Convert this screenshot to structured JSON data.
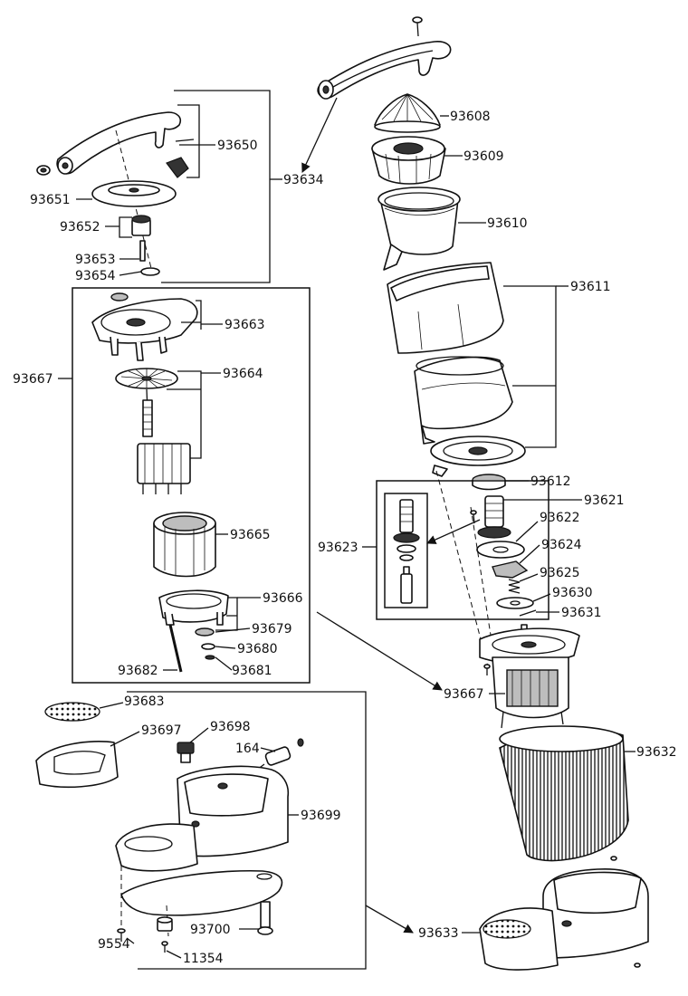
{
  "labels": {
    "p93608": "93608",
    "p93609": "93609",
    "p93610": "93610",
    "p93611": "93611",
    "p93612": "93612",
    "p93621": "93621",
    "p93622": "93622",
    "p93623": "93623",
    "p93624": "93624",
    "p93625": "93625",
    "p93630": "93630",
    "p93631": "93631",
    "p93632": "93632",
    "p93633": "93633",
    "p93634": "93634",
    "p93650": "93650",
    "p93651": "93651",
    "p93652": "93652",
    "p93653": "93653",
    "p93654": "93654",
    "p93663": "93663",
    "p93664": "93664",
    "p93665": "93665",
    "p93666": "93666",
    "p93667a": "93667",
    "p93667b": "93667",
    "p93679": "93679",
    "p93680": "93680",
    "p93681": "93681",
    "p93682": "93682",
    "p93683": "93683",
    "p93697": "93697",
    "p93698": "93698",
    "p164": "164",
    "p93699": "93699",
    "p93700": "93700",
    "p9554": "9554",
    "p11354": "11354"
  }
}
